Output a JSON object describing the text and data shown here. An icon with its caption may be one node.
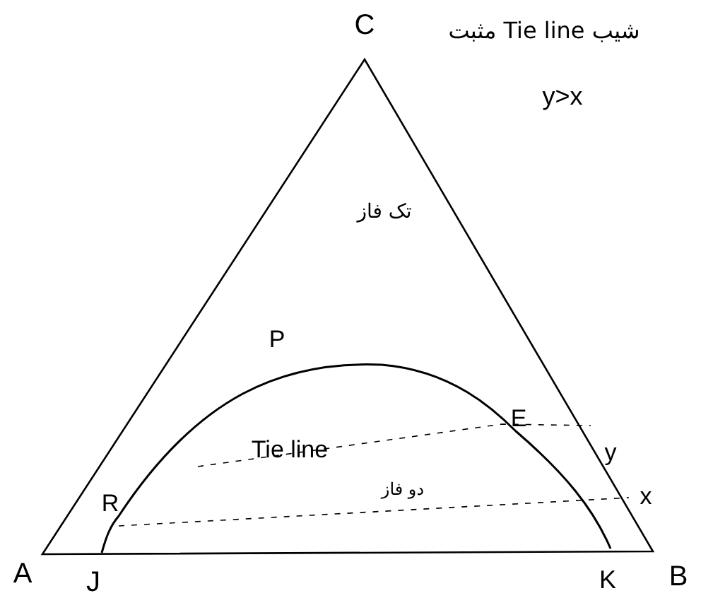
{
  "diagram": {
    "labels": [
      "C",
      "شیب Tie line مثبت",
      "y>x",
      "تک فاز",
      "P",
      "E",
      "y",
      "Tie line",
      "R",
      "دو فاز",
      "x",
      "A",
      "J",
      "K",
      "B"
    ]
  }
}
